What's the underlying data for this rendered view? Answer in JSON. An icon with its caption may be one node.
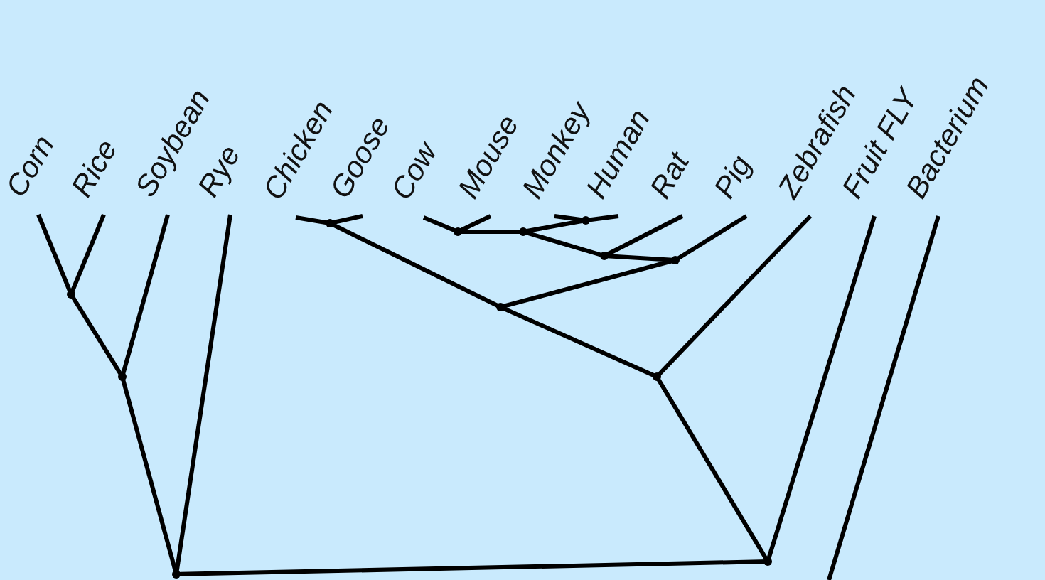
{
  "diagram": {
    "nodes": [
      {
        "text": [
          "Corn"
        ]
      },
      {
        "text": [
          "Rice"
        ]
      },
      {
        "text": [
          "Soybean"
        ]
      },
      {
        "text": [
          "Rye"
        ]
      },
      {
        "text": [
          "Chicken"
        ]
      },
      {
        "text": [
          "Goose"
        ]
      },
      {
        "text": [
          "Cow"
        ]
      },
      {
        "text": [
          "Mouse"
        ]
      },
      {
        "text": [
          "Monkey"
        ]
      },
      {
        "text": [
          "Human"
        ]
      },
      {
        "text": [
          "Rat"
        ]
      },
      {
        "text": [
          "Pig"
        ]
      },
      {
        "text": [
          "Zebrafish"
        ]
      },
      {
        "text": [
          "Fruit FLY"
        ]
      },
      {
        "text": [
          "Bacterium"
        ]
      },
      {
        "text": [],
        "shape": "point"
      },
      {
        "text": [],
        "shape": "point"
      },
      {
        "text": [],
        "shape": "point"
      },
      {
        "text": [],
        "shape": "point"
      },
      {
        "text": [],
        "shape": "point"
      },
      {
        "text": [],
        "shape": "point"
      },
      {
        "text": [],
        "shape": "point"
      },
      {
        "text": [],
        "shape": "point"
      },
      {
        "text": [],
        "shape": "point"
      },
      {
        "text": [],
        "shape": "point"
      },
      {
        "text": [],
        "shape": "point"
      },
      {
        "text": [],
        "shape": "point"
      }
    ],
    "edges": [
      {
        "from": 0,
        "to": 15,
        "arrow": "none"
      },
      {
        "from": 1,
        "to": 15,
        "arrow": "none"
      },
      {
        "from": 15,
        "to": 16,
        "arrow": "none"
      },
      {
        "from": 2,
        "to": 16,
        "arrow": "none"
      },
      {
        "from": 16,
        "to": 17,
        "arrow": "none"
      },
      {
        "from": 3,
        "to": 17,
        "arrow": "none"
      },
      {
        "from": 4,
        "to": 18,
        "arrow": "none"
      },
      {
        "from": 5,
        "to": 18,
        "arrow": "none"
      },
      {
        "from": 6,
        "to": 19,
        "arrow": "none"
      },
      {
        "from": 7,
        "to": 19,
        "arrow": "none"
      },
      {
        "from": 8,
        "to": 20,
        "arrow": "none"
      },
      {
        "from": 9,
        "to": 20,
        "arrow": "none"
      },
      {
        "from": 19,
        "to": 21,
        "arrow": "none"
      },
      {
        "from": 20,
        "to": 21,
        "arrow": "none"
      },
      {
        "from": 21,
        "to": 22,
        "arrow": "none"
      },
      {
        "from": 10,
        "to": 22,
        "arrow": "none"
      },
      {
        "from": 22,
        "to": 23,
        "arrow": "none"
      },
      {
        "from": 11,
        "to": 23,
        "arrow": "none"
      },
      {
        "from": 18,
        "to": 24,
        "arrow": "none"
      },
      {
        "from": 23,
        "to": 24,
        "arrow": "none"
      },
      {
        "from": 24,
        "to": 25,
        "arrow": "none"
      },
      {
        "from": 12,
        "to": 25,
        "arrow": "none"
      },
      {
        "from": 25,
        "to": 26,
        "arrow": "none"
      },
      {
        "from": 13,
        "to": 26,
        "arrow": "none"
      },
      {
        "from": 17,
        "to": 26,
        "arrow": "none"
      },
      {
        "from": 14,
        "to": null,
        "arrow": "none"
      }
    ]
  }
}
